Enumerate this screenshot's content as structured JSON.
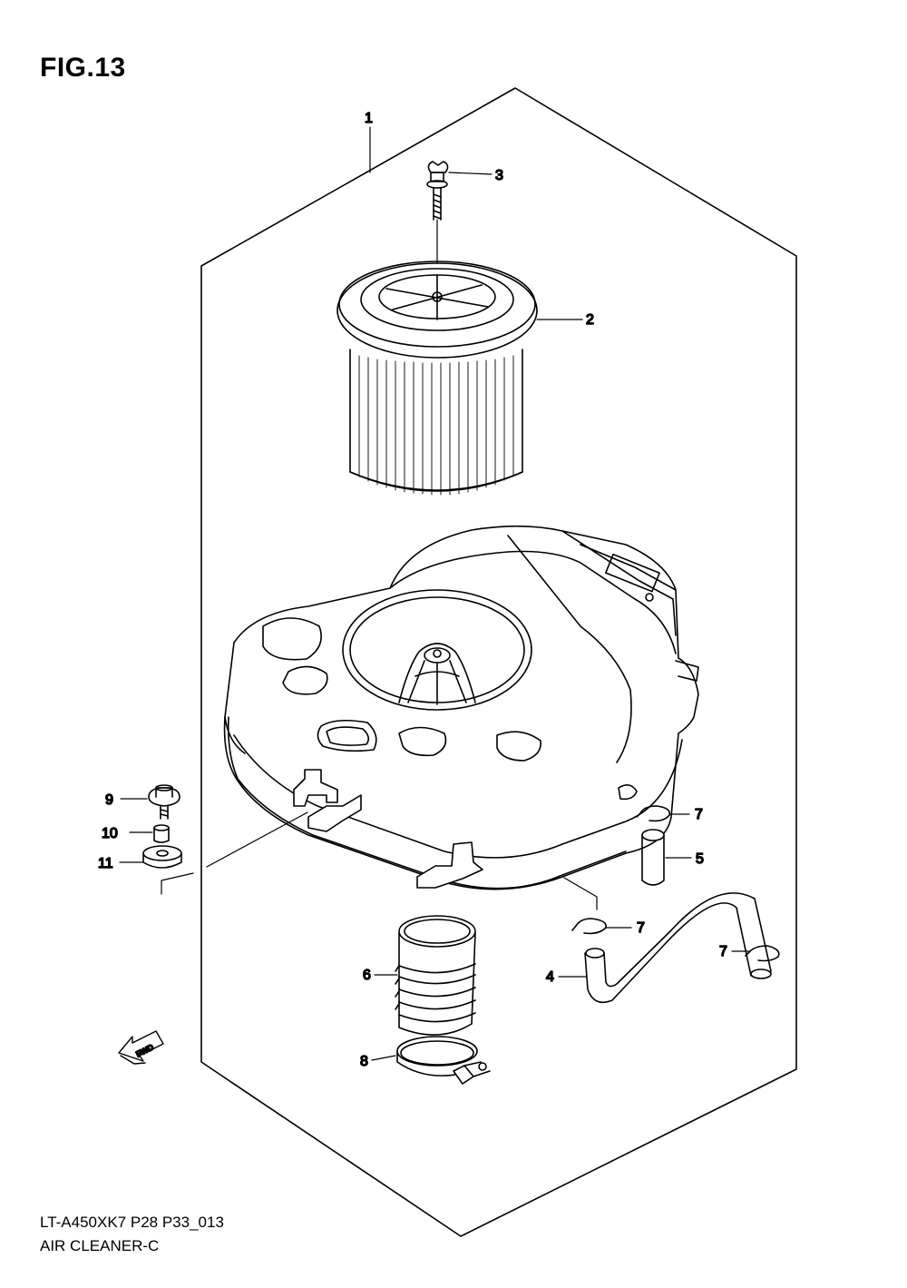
{
  "figure": {
    "title": "FIG.13",
    "model_code": "LT-A450XK7 P28 P33_013",
    "section_name": "AIR CLEANER-C"
  },
  "callouts": [
    {
      "id": "callout-1",
      "number": "1"
    },
    {
      "id": "callout-2",
      "number": "2"
    },
    {
      "id": "callout-3",
      "number": "3"
    },
    {
      "id": "callout-4",
      "number": "4"
    },
    {
      "id": "callout-5",
      "number": "5"
    },
    {
      "id": "callout-6",
      "number": "6"
    },
    {
      "id": "callout-7a",
      "number": "7"
    },
    {
      "id": "callout-7b",
      "number": "7"
    },
    {
      "id": "callout-7c",
      "number": "7"
    },
    {
      "id": "callout-8",
      "number": "8"
    },
    {
      "id": "callout-9",
      "number": "9"
    },
    {
      "id": "callout-10",
      "number": "10"
    },
    {
      "id": "callout-11",
      "number": "11"
    }
  ],
  "direction_arrow": {
    "label": "FWD",
    "icon": "forward-arrow-icon"
  }
}
